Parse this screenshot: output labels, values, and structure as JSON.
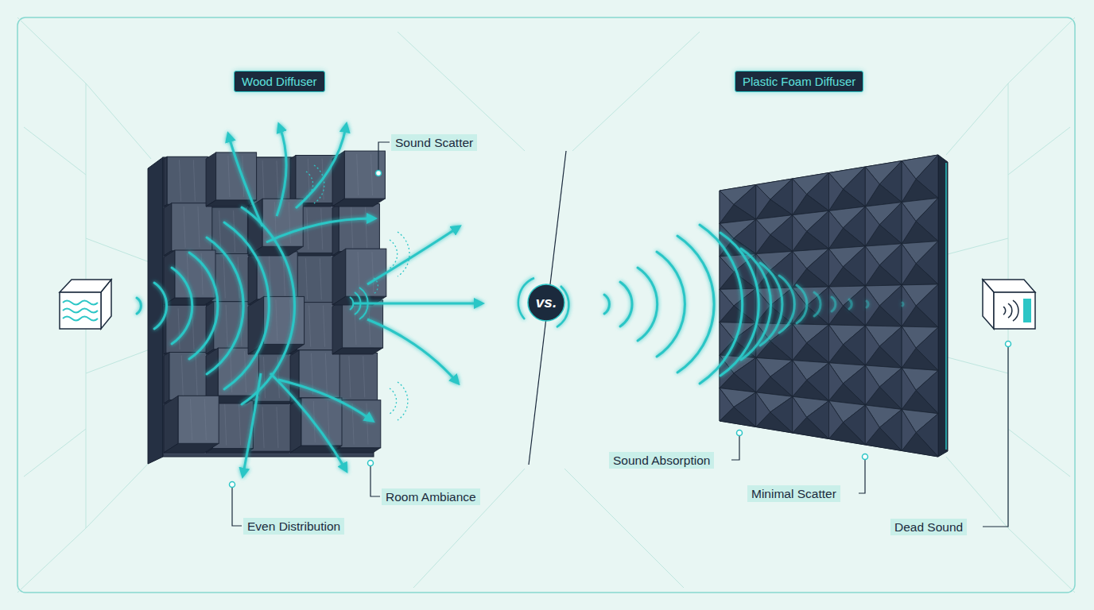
{
  "diagram": {
    "nodes": [
      {
        "text": [
          "Wood Diffuser"
        ]
      },
      {
        "text": [
          "Plastic Foam Diffuser"
        ]
      },
      {
        "text": [
          "vs."
        ]
      }
    ],
    "labels": [
      "Sound Scatter",
      "Room Ambiance",
      "Even Distribution",
      "Sound Absorption",
      "Minimal Scatter",
      "Dead Sound"
    ]
  }
}
